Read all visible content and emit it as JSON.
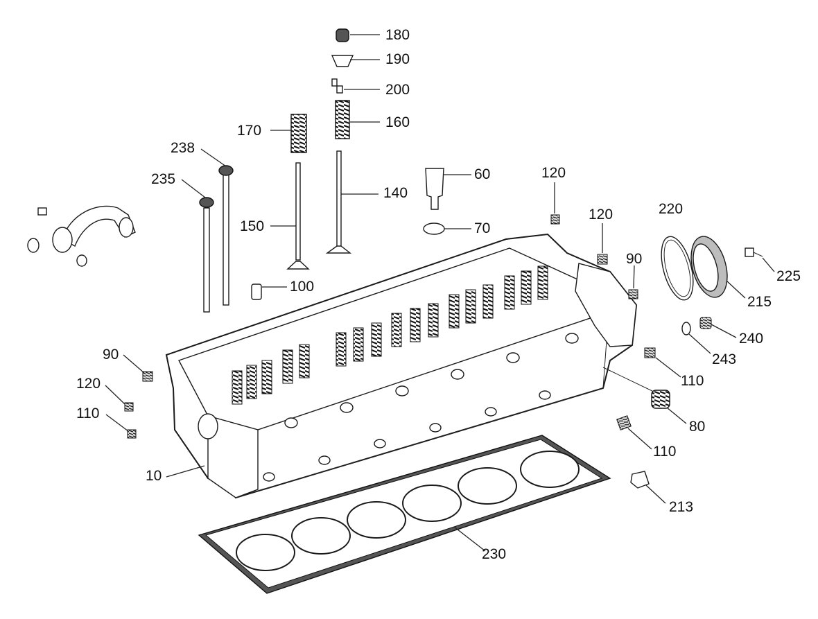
{
  "labels": {
    "l10": "10",
    "l60": "60",
    "l70": "70",
    "l80": "80",
    "l90a": "90",
    "l90b": "90",
    "l100": "100",
    "l110a": "110",
    "l110b": "110",
    "l110c": "110",
    "l120a": "120",
    "l120b": "120",
    "l120c": "120",
    "l140": "140",
    "l150": "150",
    "l160": "160",
    "l170": "170",
    "l180": "180",
    "l190": "190",
    "l200": "200",
    "l213": "213",
    "l215": "215",
    "l220": "220",
    "l225": "225",
    "l230": "230",
    "l235": "235",
    "l238": "238",
    "l240": "240",
    "l243": "243"
  }
}
